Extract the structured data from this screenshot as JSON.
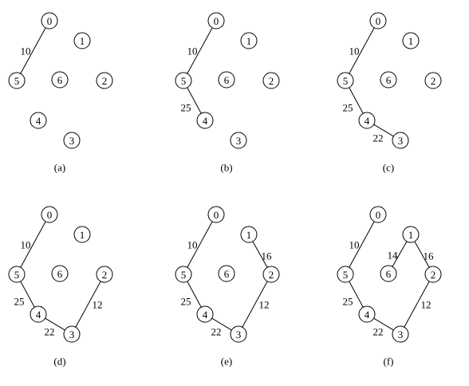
{
  "panels": [
    {
      "caption": "(a)",
      "nodes": [
        "0",
        "1",
        "6",
        "5",
        "2",
        "4",
        "3"
      ],
      "edges": [
        {
          "from": "0",
          "to": "5",
          "weight": "10"
        }
      ]
    },
    {
      "caption": "(b)",
      "nodes": [
        "0",
        "1",
        "6",
        "5",
        "2",
        "4",
        "3"
      ],
      "edges": [
        {
          "from": "0",
          "to": "5",
          "weight": "10"
        },
        {
          "from": "5",
          "to": "4",
          "weight": "25"
        }
      ]
    },
    {
      "caption": "(c)",
      "nodes": [
        "0",
        "1",
        "6",
        "5",
        "2",
        "4",
        "3"
      ],
      "edges": [
        {
          "from": "0",
          "to": "5",
          "weight": "10"
        },
        {
          "from": "5",
          "to": "4",
          "weight": "25"
        },
        {
          "from": "4",
          "to": "3",
          "weight": "22"
        }
      ]
    },
    {
      "caption": "(d)",
      "nodes": [
        "0",
        "1",
        "6",
        "5",
        "2",
        "4",
        "3"
      ],
      "edges": [
        {
          "from": "0",
          "to": "5",
          "weight": "10"
        },
        {
          "from": "5",
          "to": "4",
          "weight": "25"
        },
        {
          "from": "4",
          "to": "3",
          "weight": "22"
        },
        {
          "from": "3",
          "to": "2",
          "weight": "12"
        }
      ]
    },
    {
      "caption": "(e)",
      "nodes": [
        "0",
        "1",
        "6",
        "5",
        "2",
        "4",
        "3"
      ],
      "edges": [
        {
          "from": "0",
          "to": "5",
          "weight": "10"
        },
        {
          "from": "5",
          "to": "4",
          "weight": "25"
        },
        {
          "from": "4",
          "to": "3",
          "weight": "22"
        },
        {
          "from": "3",
          "to": "2",
          "weight": "12"
        },
        {
          "from": "2",
          "to": "1",
          "weight": "16"
        }
      ]
    },
    {
      "caption": "(f)",
      "nodes": [
        "0",
        "1",
        "6",
        "5",
        "2",
        "4",
        "3"
      ],
      "edges": [
        {
          "from": "0",
          "to": "5",
          "weight": "10"
        },
        {
          "from": "5",
          "to": "4",
          "weight": "25"
        },
        {
          "from": "4",
          "to": "3",
          "weight": "22"
        },
        {
          "from": "3",
          "to": "2",
          "weight": "12"
        },
        {
          "from": "2",
          "to": "1",
          "weight": "16"
        },
        {
          "from": "1",
          "to": "6",
          "weight": "14"
        }
      ]
    }
  ]
}
